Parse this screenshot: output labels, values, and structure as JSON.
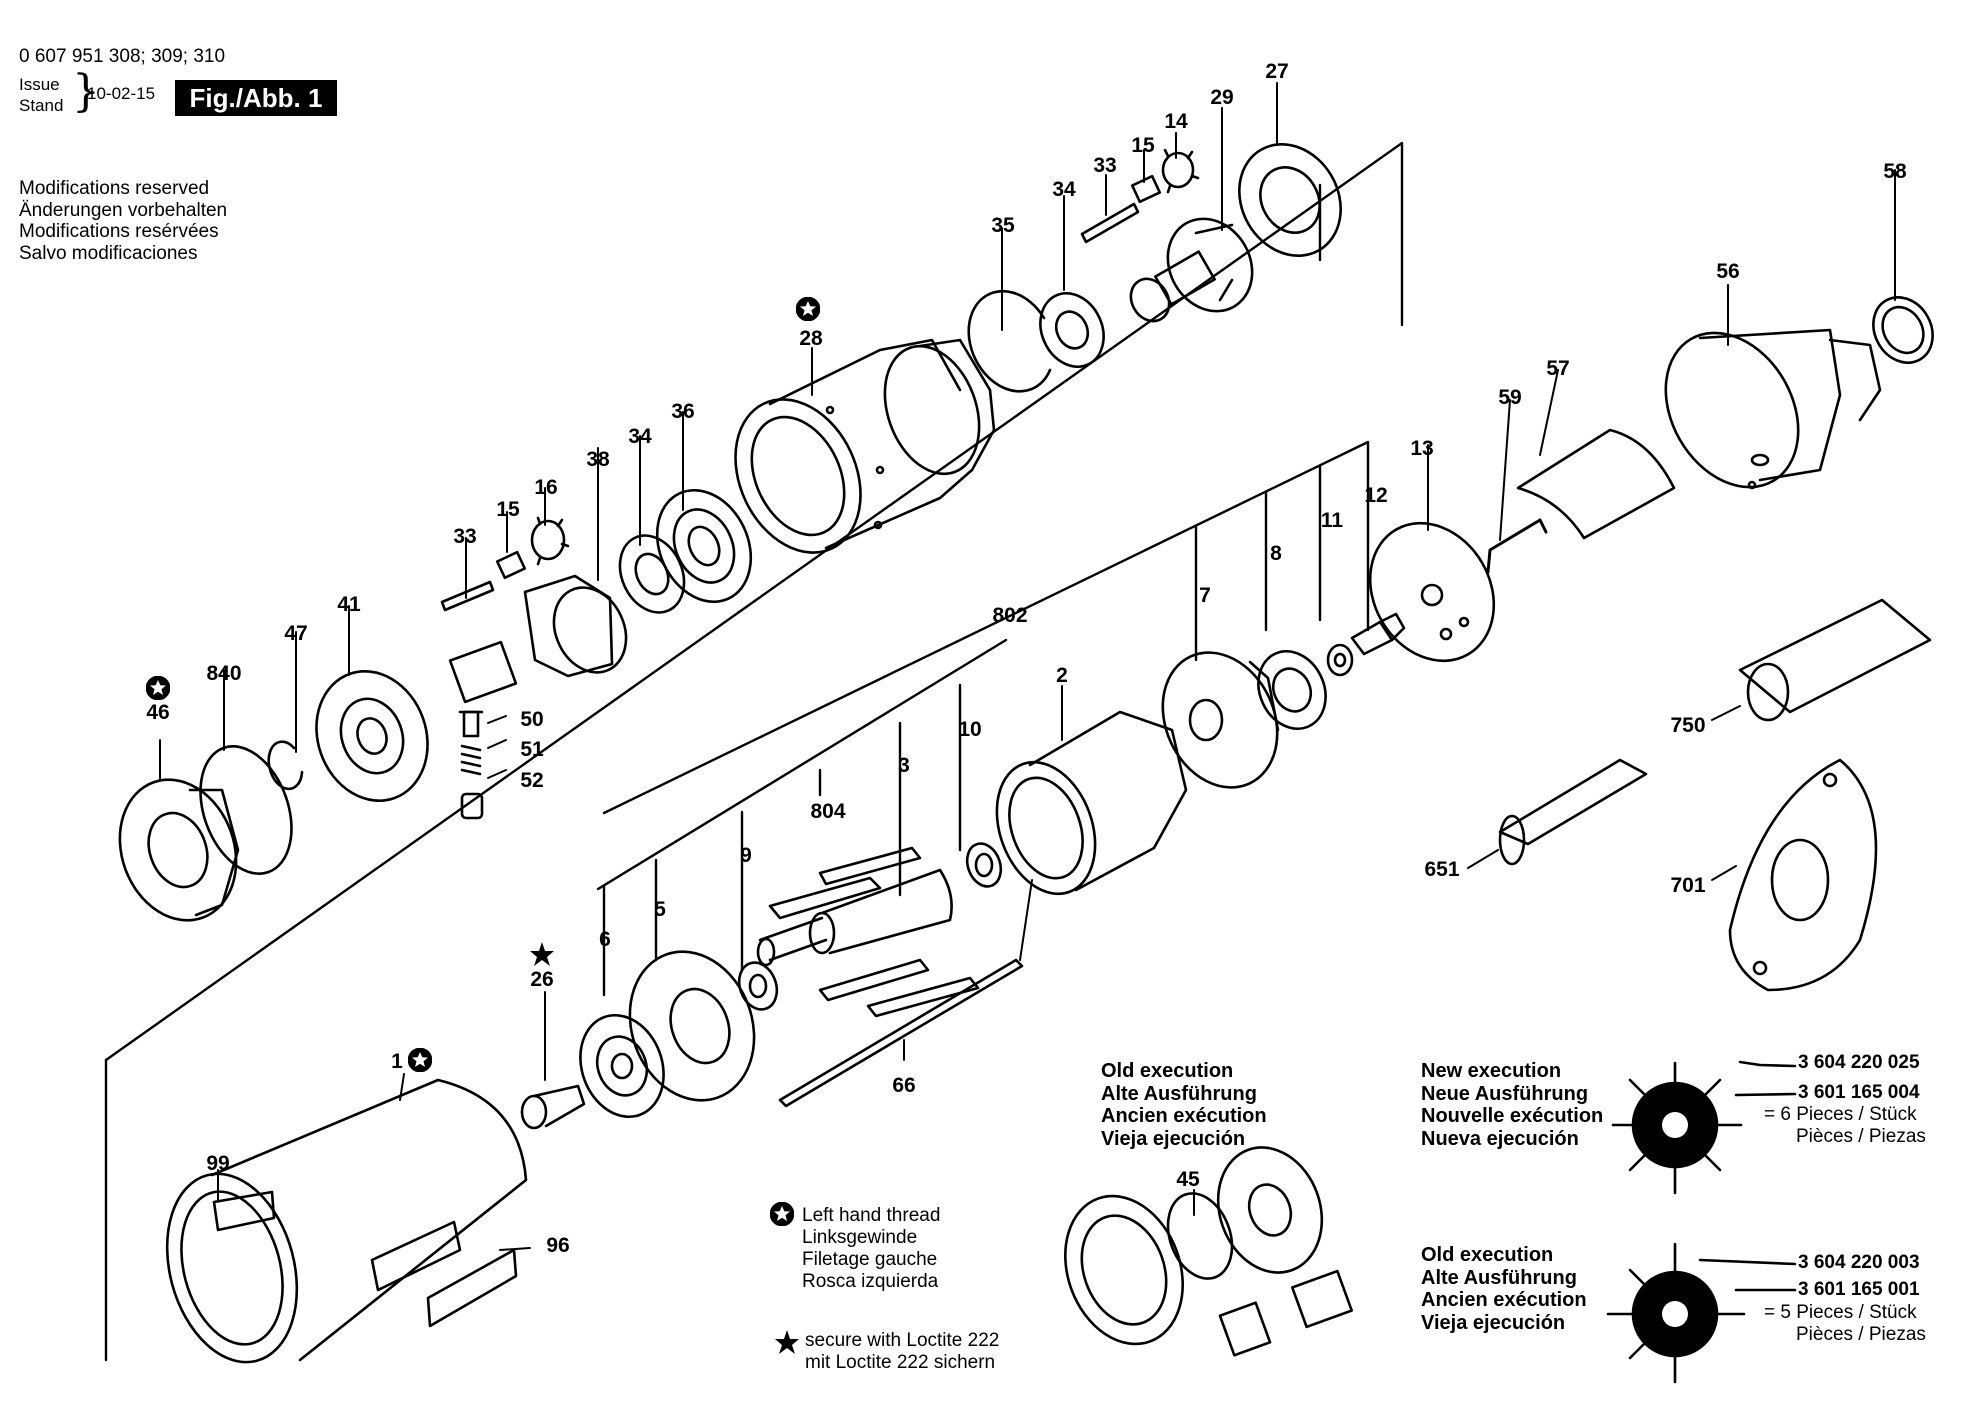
{
  "header": {
    "doc_number": "0 607 951 308; 309; 310",
    "issue_label": "Issue",
    "stand_label": "Stand",
    "date": "10-02-15",
    "figure_label": "Fig./Abb. 1"
  },
  "modifications": [
    "Modifications reserved",
    "Änderungen vorbehalten",
    "Modifications resérvées",
    "Salvo modificaciones"
  ],
  "labels": {
    "l27": "27",
    "l29": "29",
    "l14": "14",
    "l15a": "15",
    "l33a": "33",
    "l34a": "34",
    "l35": "35",
    "l28": "28",
    "l58": "58",
    "l56": "56",
    "l57": "57",
    "l59": "59",
    "l36": "36",
    "l34b": "34",
    "l38": "38",
    "l16": "16",
    "l15b": "15",
    "l33b": "33",
    "l13": "13",
    "l12": "12",
    "l11": "11",
    "l8": "8",
    "l7": "7",
    "l802": "802",
    "l41": "41",
    "l47": "47",
    "l840": "840",
    "l46": "46",
    "l50": "50",
    "l51": "51",
    "l52": "52",
    "l2": "2",
    "l10": "10",
    "l3": "3",
    "l804": "804",
    "l9": "9",
    "l5": "5",
    "l6": "6",
    "l26": "26",
    "l66": "66",
    "l1": "1",
    "l99": "99",
    "l96": "96",
    "l45": "45",
    "l750": "750",
    "l651": "651",
    "l701": "701"
  },
  "legend": {
    "left_hand": [
      "Left hand thread",
      "Linksgewinde",
      "Filetage gauche",
      "Rosca izquierda"
    ],
    "loctite": [
      "secure with Loctite 222",
      "mit Loctite 222 sichern"
    ]
  },
  "old_execution_45": [
    "Old execution",
    "Alte Ausführung",
    "Ancien exécution",
    "Vieja ejecución"
  ],
  "new_execution": {
    "titles": [
      "New execution",
      "Neue Ausführung",
      "Nouvelle exécution",
      "Nueva ejecución"
    ],
    "part_a": "3 604 220 025",
    "part_b": "3 601 165 004",
    "pieces": [
      "= 6 Pieces / Stück",
      "Pièces / Piezas"
    ]
  },
  "old_execution_2": {
    "titles": [
      "Old execution",
      "Alte Ausführung",
      "Ancien exécution",
      "Vieja ejecución"
    ],
    "part_a": "3 604 220 003",
    "part_b": "3 601 165 001",
    "pieces": [
      "= 5 Pieces / Stück",
      "Pièces / Piezas"
    ]
  }
}
